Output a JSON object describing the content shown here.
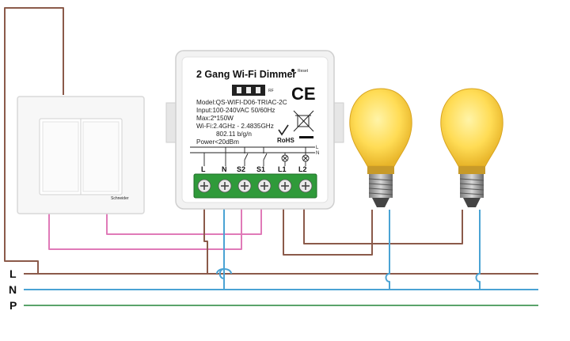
{
  "module": {
    "title": "2 Gang Wi-Fi Dimmer",
    "reset_label": "Reset",
    "rf_label": "RF",
    "ce_mark": "CE",
    "rohs_label": "RoHS",
    "spec_lines": [
      "Model:QS-WIFI-D06-TRIAC-2C",
      "Input:100-240VAC 50/60Hz",
      "Max:2*150W",
      "Wi-Fi:2.4GHz - 2.4835GHz",
      "802.11 b/g/n",
      "Power<20dBm"
    ],
    "terminals": [
      "L",
      "N",
      "S2",
      "S1",
      "L1",
      "L2"
    ],
    "side_labels": [
      "L",
      "N"
    ]
  },
  "switch": {
    "brand": "Schneider"
  },
  "bus": [
    {
      "label": "L",
      "color": "#8b5a4a"
    },
    {
      "label": "N",
      "color": "#4aa3d4"
    },
    {
      "label": "P",
      "color": "#5aa36a"
    }
  ],
  "wire_colors": {
    "live": "#8b5a4a",
    "neutral": "#4aa3d4",
    "switch": "#e07ab8",
    "earth": "#5aa36a"
  }
}
